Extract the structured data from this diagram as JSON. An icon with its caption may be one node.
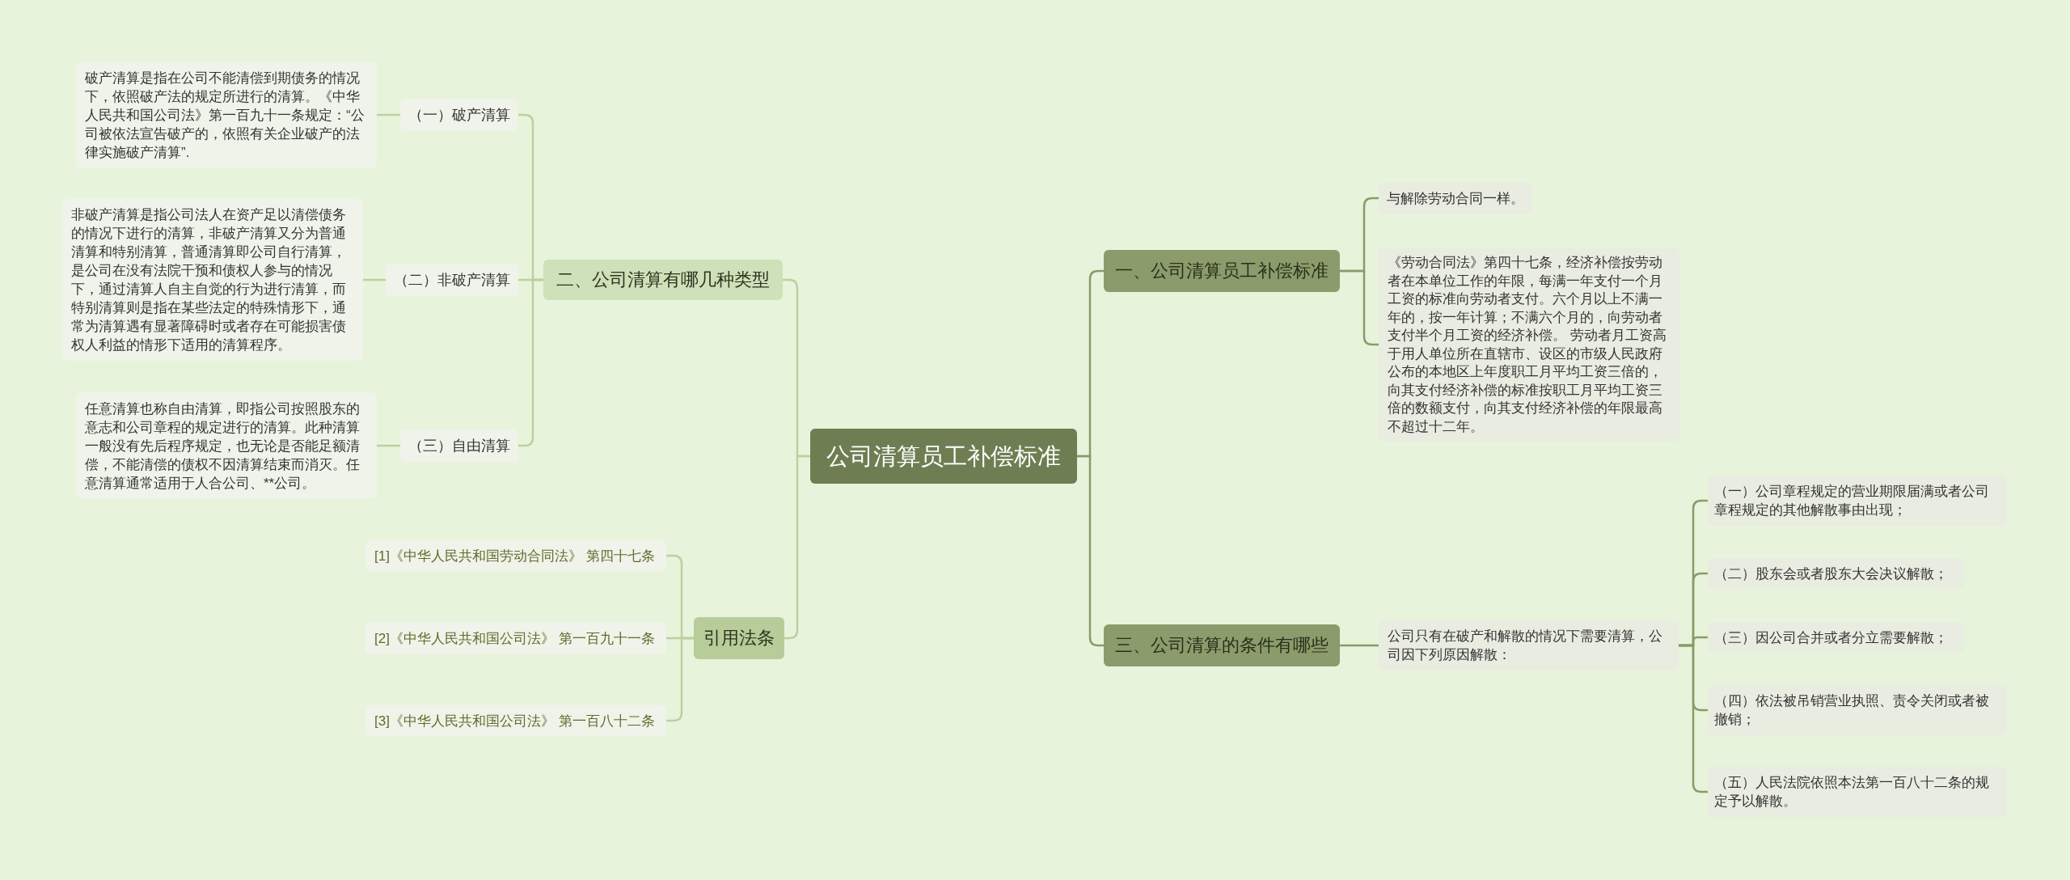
{
  "diagram": {
    "nodes": [
      {
        "text": [
          "公司清算员工补偿标准"
        ]
      },
      {
        "text": [
          "二、公司清算有哪几种类型"
        ]
      },
      {
        "text": [
          "（一）破产清算"
        ]
      },
      {
        "text": [
          "破产清算是指在公司不能清偿到期债务的情况下，依照破产法的规定所进行的清算。《中华人民共和国公司法》第一百九十一条规定：“公司被依法宣告破产的，依照有关企业破产的法律实施破产清算”."
        ]
      },
      {
        "text": [
          "（二）非破产清算"
        ]
      },
      {
        "text": [
          "非破产清算是指公司法人在资产足以清偿债务的情况下进行的清算，非破产清算又分为普通清算和特别清算，普通清算即公司自行清算，是公司在没有法院干预和债权人参与的情况下，通过清算人自主自觉的行为进行清算，而特别清算则是指在某些法定的特殊情形下，通常为清算遇有显著障碍时或者存在可能损害债权人利益的情形下适用的清算程序。"
        ]
      },
      {
        "text": [
          "（三）自由清算"
        ]
      },
      {
        "text": [
          "任意清算也称自由清算，即指公司按照股东的意志和公司章程的规定进行的清算。此种清算一般没有先后程序规定，也无论是否能足额清偿，不能清偿的债权不因清算结束而消灭。任意清算通常适用于人合公司、**公司。"
        ]
      },
      {
        "text": [
          "引用法条"
        ]
      },
      {
        "text": [
          "[1]《中华人民共和国劳动合同法》 第四十七条"
        ]
      },
      {
        "text": [
          "[2]《中华人民共和国公司法》 第一百九十一条"
        ]
      },
      {
        "text": [
          "[3]《中华人民共和国公司法》 第一百八十二条"
        ]
      },
      {
        "text": [
          "一、公司清算员工补偿标准"
        ]
      },
      {
        "text": [
          "与解除劳动合同一样。"
        ]
      },
      {
        "text": [
          "《劳动合同法》第四十七条，经济补偿按劳动者在本单位工作的年限，每满一年支付一个月工资的标准向劳动者支付。六个月以上不满一年的，按一年计算；不满六个月的，向劳动者支付半个月工资的经济补偿。 劳动者月工资高于用人单位所在直辖市、设区的市级人民政府公布的本地区上年度职工月平均工资三倍的，向其支付经济补偿的标准按职工月平均工资三倍的数额支付，向其支付经济补偿的年限最高不超过十二年。"
        ]
      },
      {
        "text": [
          "三、公司清算的条件有哪些"
        ]
      },
      {
        "text": [
          "公司只有在破产和解散的情况下需要清算，公司因下列原因解散："
        ]
      },
      {
        "text": [
          "（一）公司章程规定的营业期限届满或者公司章程规定的其他解散事由出现；"
        ]
      },
      {
        "text": [
          "（二）股东会或者股东大会决议解散；"
        ]
      },
      {
        "text": [
          "（三）因公司合并或者分立需要解散；"
        ]
      },
      {
        "text": [
          "（四）依法被吊销营业执照、责令关闭或者被撤销；"
        ]
      },
      {
        "text": [
          "（五）人民法院依照本法第一百八十二条的规定予以解散。"
        ]
      }
    ],
    "edges": [
      {
        "from": 0,
        "to": 1,
        "arrow": "none"
      },
      {
        "from": 1,
        "to": 2,
        "arrow": "none"
      },
      {
        "from": 2,
        "to": 3,
        "arrow": "none"
      },
      {
        "from": 1,
        "to": 4,
        "arrow": "none"
      },
      {
        "from": 4,
        "to": 5,
        "arrow": "none"
      },
      {
        "from": 1,
        "to": 6,
        "arrow": "none"
      },
      {
        "from": 6,
        "to": 7,
        "arrow": "none"
      },
      {
        "from": 0,
        "to": 8,
        "arrow": "none"
      },
      {
        "from": 8,
        "to": 9,
        "arrow": "none"
      },
      {
        "from": 8,
        "to": 10,
        "arrow": "none"
      },
      {
        "from": 8,
        "to": 11,
        "arrow": "none"
      },
      {
        "from": 0,
        "to": 12,
        "arrow": "none",
        "color": "#8a9a6a"
      },
      {
        "from": 12,
        "to": 13,
        "arrow": "none",
        "color": "#8a9a6a"
      },
      {
        "from": 12,
        "to": 14,
        "arrow": "none",
        "color": "#8a9a6a"
      },
      {
        "from": 0,
        "to": 15,
        "arrow": "none",
        "color": "#8a9a6a"
      },
      {
        "from": 15,
        "to": 16,
        "arrow": "none",
        "color": "#8a9a6a"
      },
      {
        "from": 16,
        "to": 17,
        "arrow": "none",
        "color": "#8a9a6a"
      },
      {
        "from": 16,
        "to": 18,
        "arrow": "none",
        "color": "#8a9a6a"
      },
      {
        "from": 16,
        "to": 19,
        "arrow": "none",
        "color": "#8a9a6a"
      },
      {
        "from": 16,
        "to": 20,
        "arrow": "none",
        "color": "#8a9a6a"
      },
      {
        "from": 16,
        "to": 21,
        "arrow": "none",
        "color": "#8a9a6a"
      }
    ]
  }
}
